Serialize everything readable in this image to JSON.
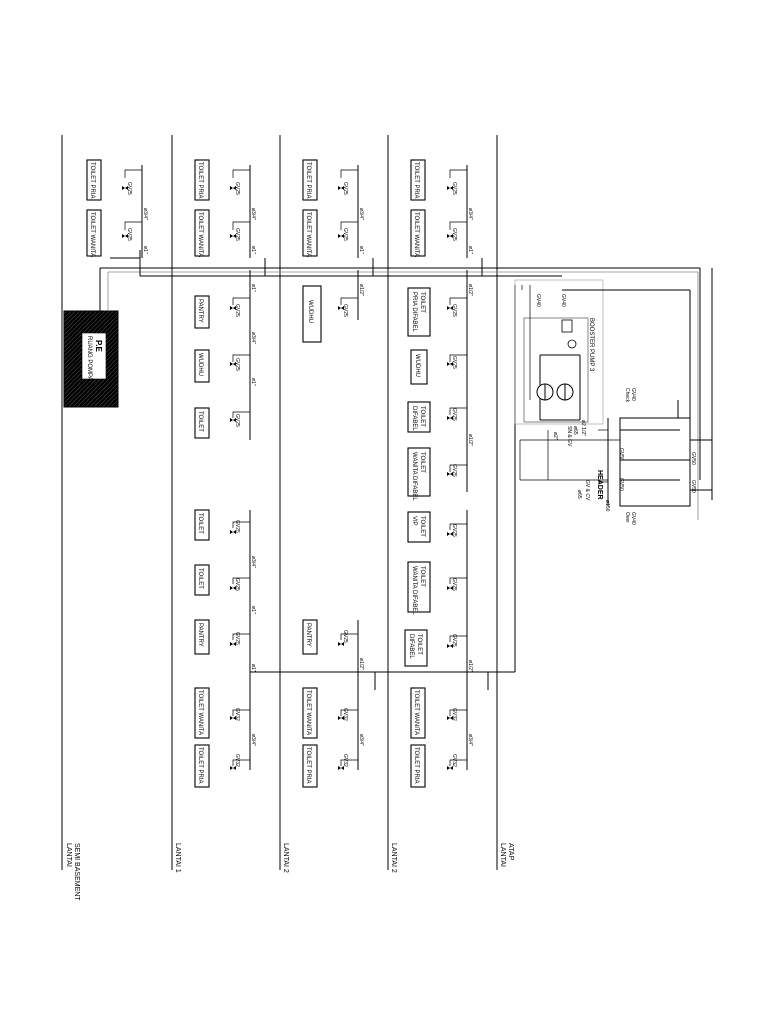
{
  "floors": [
    {
      "id": "basement",
      "lines": [
        "LANTAI",
        "SEMI BASEMENT"
      ]
    },
    {
      "id": "l1",
      "lines": [
        "LANTAI 1"
      ]
    },
    {
      "id": "l2a",
      "lines": [
        "LANTAI 2"
      ]
    },
    {
      "id": "l2b",
      "lines": [
        "LANTAI 2"
      ]
    },
    {
      "id": "roof",
      "lines": [
        "LANTAI",
        "ATAP"
      ]
    }
  ],
  "panel": {
    "lines": [
      "P.E",
      "RUANG POMPA"
    ]
  },
  "fixtures": {
    "b_toilet_pria": "TOILET PRIA",
    "b_toilet_wanita": "TOILET WANITA",
    "l1_toilet_pria": "TOILET PRIA",
    "l1_toilet_wanita": "TOILET WANITA",
    "l1_pantry_a": "PANTRY",
    "l1_wudhu": "WUDHU",
    "l1_toilet_a": "TOILET",
    "l1_toilet_b": "TOILET",
    "l1_toilet_c": "TOILET",
    "l1_pantry_b": "PANTRY",
    "l1_toilet_wanita_b": "TOILET WANITA",
    "l1_toilet_pria_b": "TOILET PRIA",
    "l2_toilet_pria": "TOILET PRIA",
    "l2_toilet_wanita": "TOILET WANITA",
    "l2_wudhu": "WUDHU",
    "l2_pantry": "PANTRY",
    "l2_toilet_wanita_b": "TOILET WANITA",
    "l2_toilet_pria_b": "TOILET PRIA",
    "l3_toilet_pria": "TOILET PRIA",
    "l3_toilet_wanita": "TOILET WANITA",
    "l3_toilet_pria_difabel": [
      "TOILET",
      "PRIA DIFABEL"
    ],
    "l3_wudhu": "WUDHU",
    "l3_toilet_difabel": [
      "TOILET",
      "DIFABEL"
    ],
    "l3_toilet_wanita_difabel": [
      "TOILET",
      "WANITA DIFABEL"
    ],
    "l3_toilet_vip": [
      "TOILET",
      "VIP"
    ],
    "l3_toilet_wanita_difabel_b": [
      "TOILET",
      "WANITA DIFABEL"
    ],
    "l3_toilet_difabel_b": [
      "TOILET",
      "DIFABEL"
    ],
    "l3_toilet_wanita_b": "TOILET WANITA",
    "l3_toilet_pria_b": "TOILET PRIA"
  },
  "labels": {
    "gv50": "GV50",
    "gv40": "GV40",
    "gv25": "GV25",
    "gv32": "GV32",
    "d1": "ø1\"",
    "d34": "ø3/4\"",
    "d114": "ø1 1/4\"",
    "d12": "ø1/2\"",
    "d212": "ø2 1/2\"",
    "d2": "ø2\""
  },
  "booster": {
    "title": "BOOSTER PUMP 3",
    "check": [
      "Check",
      "GV40"
    ],
    "strainer": [
      "SN & GV",
      "ø65"
    ],
    "header": [
      "HEADER",
      "ø150"
    ],
    "tank_valve": [
      "GV & CV",
      "ø65"
    ],
    "overflow": [
      "Over",
      "GV40"
    ],
    "reservoir_a": "GV50",
    "reservoir_b": "GV50"
  }
}
